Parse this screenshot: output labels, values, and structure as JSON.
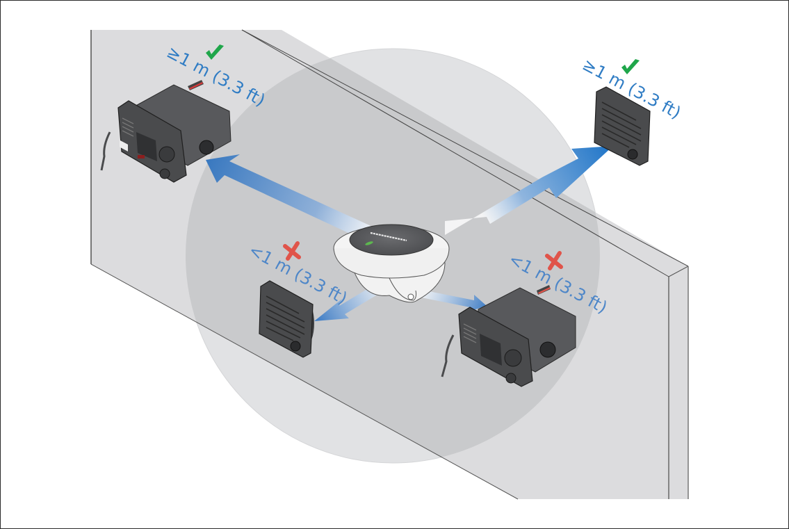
{
  "figure": {
    "title": "Wireless hub / handset / speaker compass safe distance",
    "colors": {
      "wall": "#dcdcde",
      "wall_edge": "#555555",
      "zone": "#c9cacc",
      "zone_outside": "#e1e2e4",
      "arrow": "#3f7fc1",
      "label": "#2f7cc4",
      "ok": "#1fa64a",
      "bad": "#e0544a",
      "device": "#4a4b4d"
    },
    "labels": [
      {
        "id": "radio-top-left",
        "text": "≥1 m (3.3 ft)",
        "status": "ok",
        "status_icon": "check-icon"
      },
      {
        "id": "speaker-top-right",
        "text": "≥1 m (3.3 ft)",
        "status": "ok",
        "status_icon": "check-icon"
      },
      {
        "id": "speaker-bottom-left",
        "text": "<1 m (3.3 ft)",
        "status": "bad",
        "status_icon": "cross-icon"
      },
      {
        "id": "radio-bottom-right",
        "text": "<1 m (3.3 ft)",
        "status": "bad",
        "status_icon": "cross-icon"
      }
    ],
    "devices": [
      {
        "id": "hub",
        "kind": "wireless hub"
      },
      {
        "id": "radio-top-left",
        "kind": "fixed-mount VHF radio"
      },
      {
        "id": "speaker-top-right",
        "kind": "speaker"
      },
      {
        "id": "speaker-bottom-left",
        "kind": "speaker"
      },
      {
        "id": "radio-bottom-right",
        "kind": "fixed-mount VHF radio"
      }
    ]
  }
}
